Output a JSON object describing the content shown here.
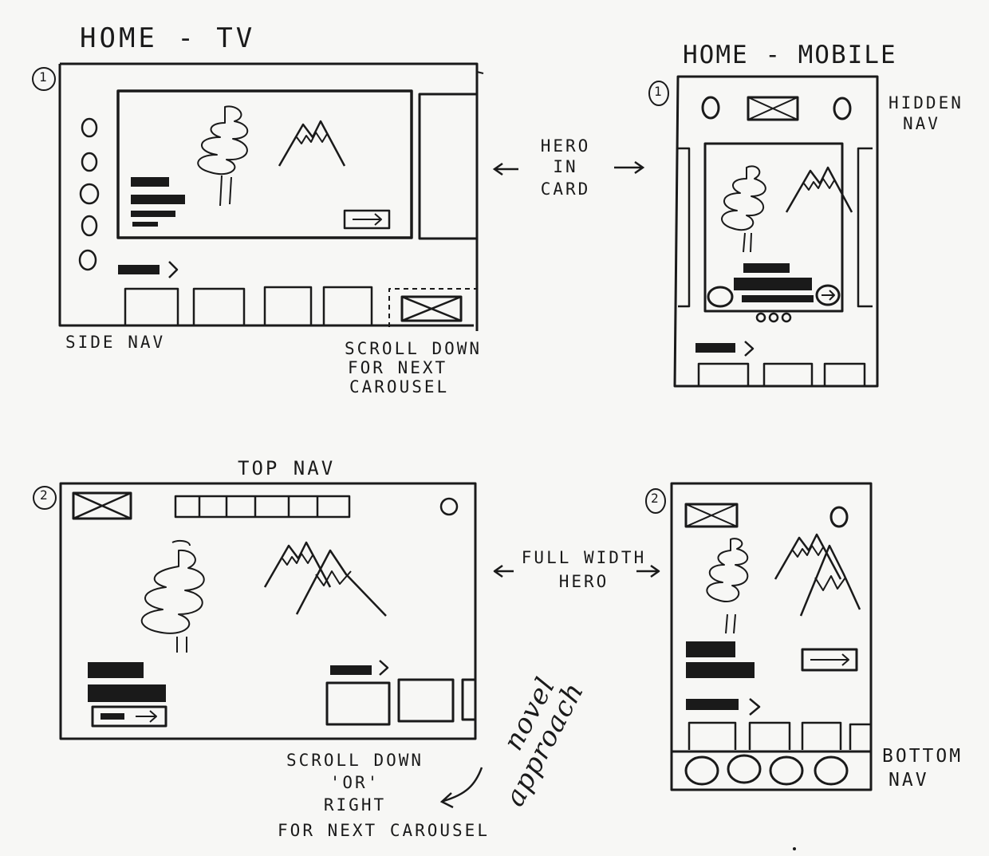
{
  "sketches": {
    "tv1": {
      "title": "HOME - TV",
      "num": "1",
      "side_nav": "SIDE NAV",
      "scroll_note": [
        "SCROLL DOWN",
        "FOR NEXT",
        "CAROUSEL"
      ]
    },
    "mobile1": {
      "title": "HOME - MOBILE",
      "num": "1",
      "hidden_nav": [
        "HIDDEN",
        "NAV"
      ]
    },
    "tv2": {
      "top_nav": "TOP NAV",
      "num": "2",
      "scroll_note": [
        "SCROLL DOWN",
        "'OR'",
        "RIGHT",
        "FOR NEXT CAROUSEL"
      ]
    },
    "mobile2": {
      "num": "2",
      "bottom_nav": [
        "BOTTOM",
        "NAV"
      ]
    }
  },
  "connectors": {
    "hero_in_card": [
      "HERO",
      "IN",
      "CARD"
    ],
    "full_width_hero": [
      "FULL WIDTH",
      "HERO"
    ]
  },
  "annotation": {
    "novel_approach": [
      "novel",
      "approach"
    ]
  },
  "colors": {
    "ink": "#1a1a1a",
    "paper": "#f7f7f5"
  }
}
